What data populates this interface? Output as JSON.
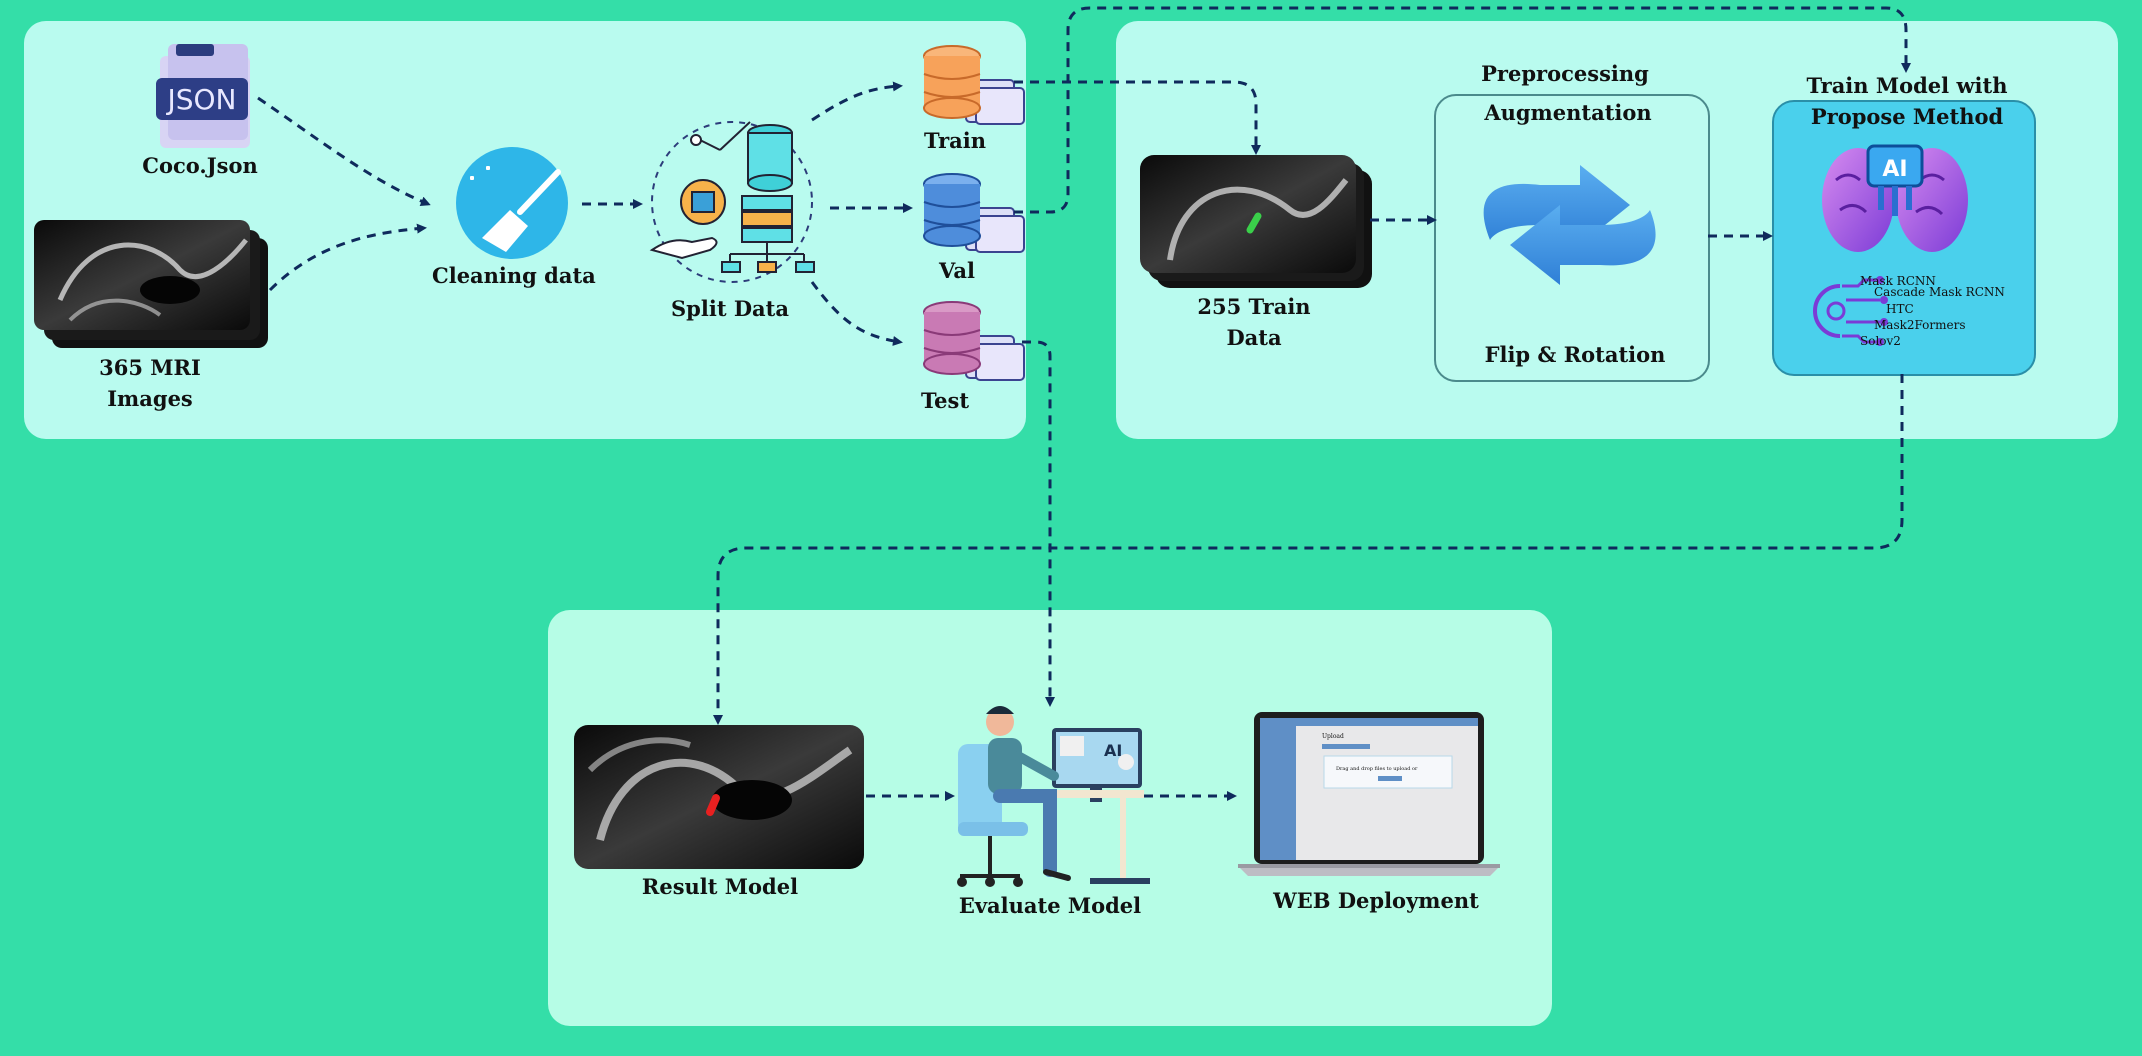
{
  "labels": {
    "coco_json": "Coco.Json",
    "json_badge": "JSON",
    "mri_images_line1": "365 MRI",
    "mri_images_line2": "Images",
    "cleaning": "Cleaning data",
    "split": "Split Data",
    "train": "Train",
    "val": "Val",
    "test": "Test",
    "train_data_line1": "255 Train",
    "train_data_line2": "Data",
    "preprocessing": "Preprocessing",
    "augmentation": "Augmentation",
    "flip_rotation": "Flip & Rotation",
    "train_model_line1": "Train Model with",
    "train_model_line2": "Propose Method",
    "ai_badge": "AI",
    "result_model": "Result Model",
    "evaluate_model": "Evaluate Model",
    "web_deployment": "WEB Deployment"
  },
  "methods": [
    "Mask RCNN",
    "Cascade Mask RCNN",
    "HTC",
    "Mask2Formers",
    "Solov2"
  ],
  "web_mock": {
    "upload_title": "Upload",
    "drop_text": "Drag and drop files to upload or"
  },
  "colors": {
    "background": "#34dea8",
    "panel": "#b9fbef",
    "arrow": "#0f2a5c",
    "train_db": "#f7a25a",
    "val_db": "#4e8ddb",
    "test_db": "#c97ab4",
    "model_box": "#4ad0ec"
  }
}
